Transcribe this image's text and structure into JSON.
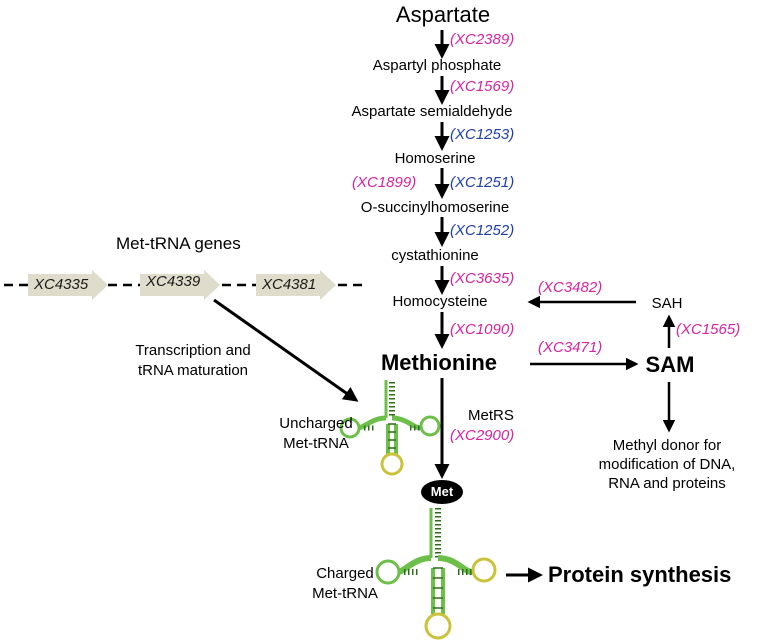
{
  "pathway": {
    "aspartate": "Aspartate",
    "aspartyl_phosphate": "Aspartyl phosphate",
    "aspartate_semialdehyde": "Aspartate semialdehyde",
    "homoserine": "Homoserine",
    "o_succinylhomoserine": "O-succinylhomoserine",
    "cystathionine": "cystathionine",
    "homocysteine": "Homocysteine",
    "methionine": "Methionine",
    "sam": "SAM",
    "sah": "SAH",
    "methyl_donor": [
      "Methyl donor for",
      "modification of DNA,",
      "RNA and proteins"
    ],
    "protein_synthesis": "Protein synthesis",
    "met_tag": "Met",
    "metrs": "MetRS"
  },
  "genes": {
    "xc2389": "XC2389",
    "xc1569": "XC1569",
    "xc1253": "XC1253",
    "xc1899": "XC1899",
    "xc1251": "XC1251",
    "xc1252": "XC1252",
    "xc3635": "XC3635",
    "xc3482": "XC3482",
    "xc1565": "XC1565",
    "xc1090": "XC1090",
    "xc3471": "XC3471",
    "xc2900": "XC2900"
  },
  "trna_genes": {
    "title": "Met-tRNA genes",
    "items": [
      "XC4335",
      "XC4339",
      "XC4381"
    ],
    "process": [
      "Transcription and",
      "tRNA maturation"
    ]
  },
  "trna": {
    "uncharged": [
      "Uncharged",
      "Met-tRNA"
    ],
    "charged": [
      "Charged",
      "Met-tRNA"
    ]
  },
  "colors": {
    "magenta": "#d6249f",
    "blue": "#1f3fa8",
    "gene_arrow": "#e0dccb",
    "trna_green": "#6cc04a",
    "trna_yellow": "#c9c23a"
  }
}
